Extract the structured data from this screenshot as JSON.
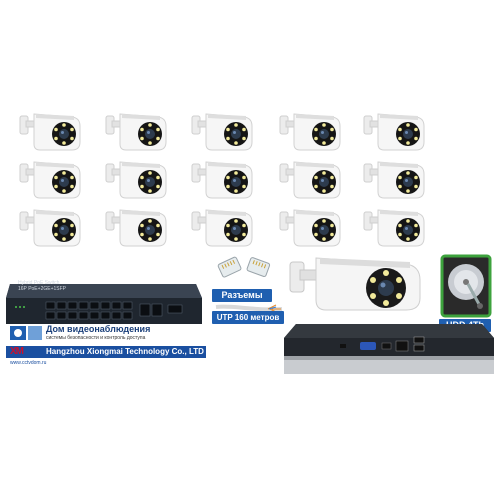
{
  "switch": {
    "line1": "Hybrid PoE Switch",
    "line2": "16P PoE+2GE+1SFP"
  },
  "labels": {
    "connectors": "Разъемы",
    "utp": "UTP 160 метров",
    "hdd": "HDD 4Tb"
  },
  "brand": {
    "title": "Дом видеонаблюдения",
    "subtitle": "системы безопасности и контроль доступа",
    "company": "Hangzhou Xiongmai Technology Co., LTD",
    "logo": "XM",
    "url": "www.cctvdom.ru"
  },
  "colors": {
    "accent": "#1f5fb0",
    "camera_body": "#f4f4f4",
    "lens": "#111111"
  }
}
